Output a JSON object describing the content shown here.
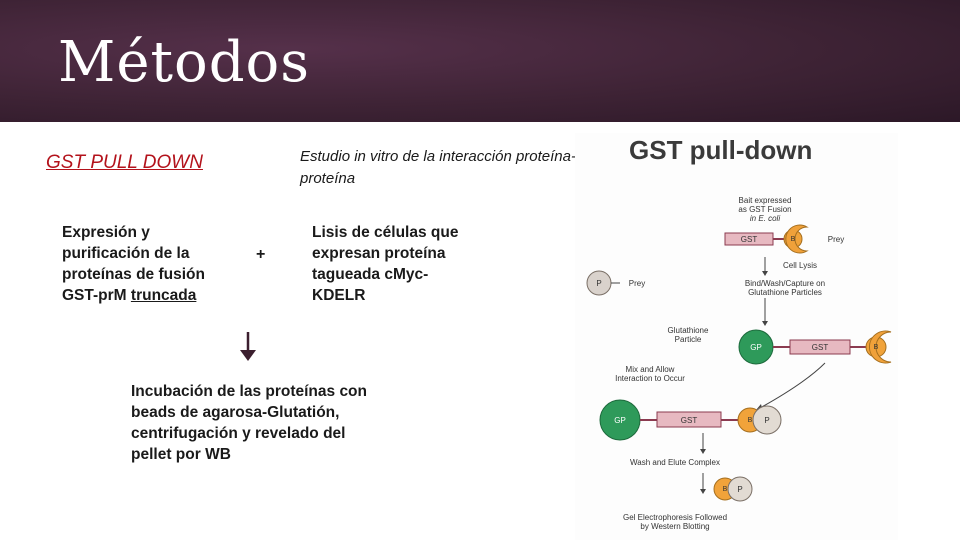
{
  "slide": {
    "title": "Métodos",
    "gst_heading": "GST PULL DOWN",
    "study": "Estudio in vitro de la interacción proteína-proteína",
    "expression_line1": "Expresión y purificación de la proteínas de fusión GST-prM",
    "expression_line2": "truncada",
    "plus": "+",
    "lysis": "Lisis de células que expresan proteína tagueada cMyc-KDELR",
    "incubation": "Incubación de las proteínas con beads de agarosa-Glutatión, centrifugación y revelado del pellet por WB"
  },
  "diagram": {
    "title": "GST pull-down",
    "bait_label_1": "Bait expressed",
    "bait_label_2": "as GST Fusion",
    "bait_label_3": "in E. coli",
    "gst": "GST",
    "bait": "B",
    "prey_label": "Prey",
    "prey_short": "P",
    "gp": "GP",
    "cell_lysis": "Cell Lysis",
    "bind_1": "Bind/Wash/Capture on",
    "bind_2": "Glutathione Particles",
    "glutathione_1": "Glutathione",
    "glutathione_2": "Particle",
    "mix_1": "Mix and Allow",
    "mix_2": "Interaction to Occur",
    "wash": "Wash and Elute Complex",
    "gel_1": "Gel Electrophoresis Followed",
    "gel_2": "by Western Blotting"
  }
}
